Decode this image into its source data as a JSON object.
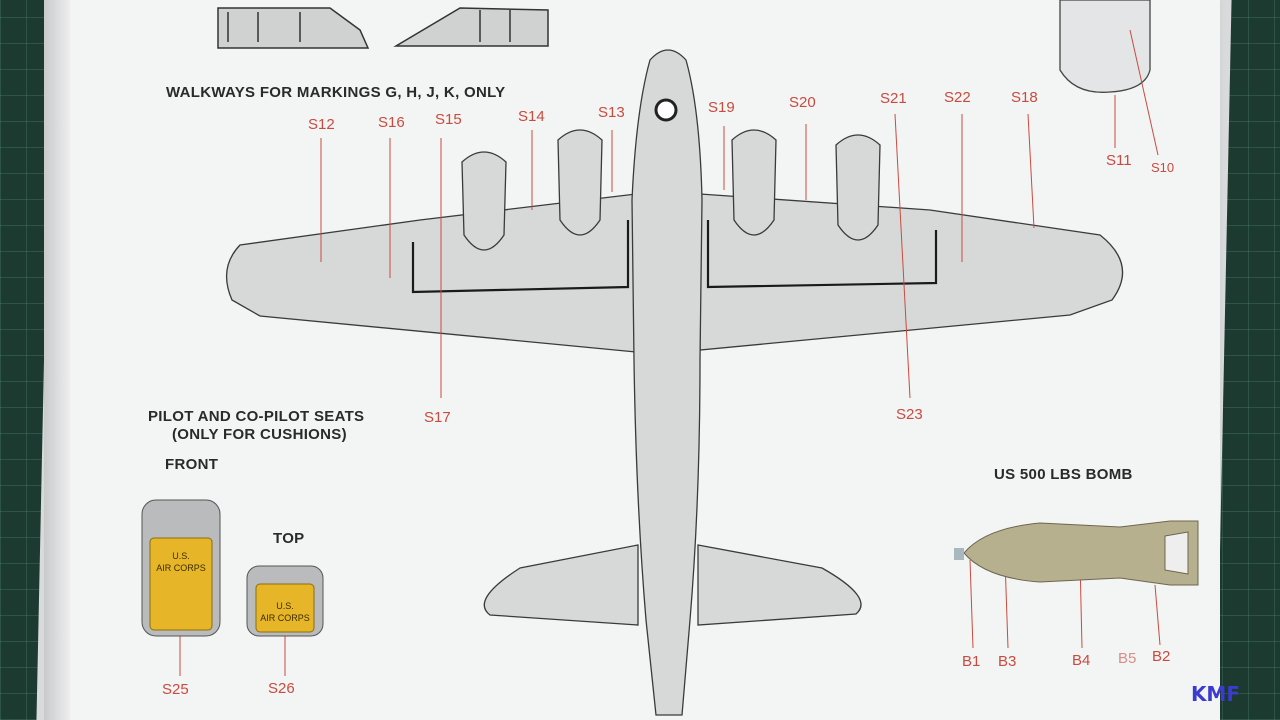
{
  "headings": {
    "walkways": "WALKWAYS FOR MARKINGS G, H, J, K, ONLY",
    "seats_line1": "PILOT AND CO-PILOT SEATS",
    "seats_line2": "(ONLY FOR CUSHIONS)",
    "front": "FRONT",
    "top": "TOP",
    "bomb": "US 500 LBS BOMB"
  },
  "callouts": [
    "S12",
    "S16",
    "S15",
    "S14",
    "S13",
    "S19",
    "S20",
    "S21",
    "S22",
    "S18",
    "S17",
    "S23",
    "S11",
    "S10",
    "S25",
    "S26",
    "B1",
    "B3",
    "B4",
    "B5",
    "B2"
  ],
  "cushion_text": {
    "line1": "U.S.",
    "line2": "AIR CORPS"
  },
  "logo": "KMF",
  "colors": {
    "callout": "#c94b3f",
    "aircraft": "#d7d9d9",
    "outline": "#2b2b2b",
    "cushion": "#e6b528",
    "bomb": "#b7b08e"
  }
}
